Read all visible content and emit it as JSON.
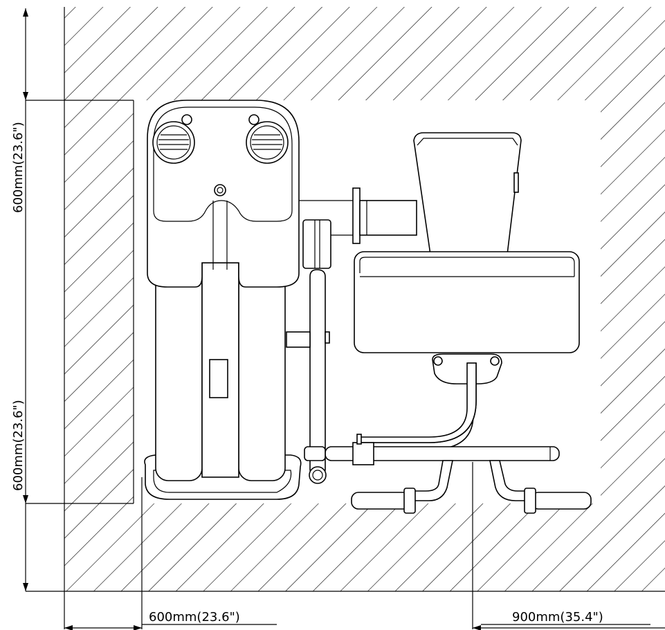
{
  "dimensions": {
    "left_top": "600mm(23.6\")",
    "left_bottom": "600mm(23.6\")",
    "bottom_left": "600mm(23.6\")",
    "bottom_right": "900mm(35.4\")"
  },
  "colors": {
    "line": "#000000",
    "background": "#ffffff"
  }
}
